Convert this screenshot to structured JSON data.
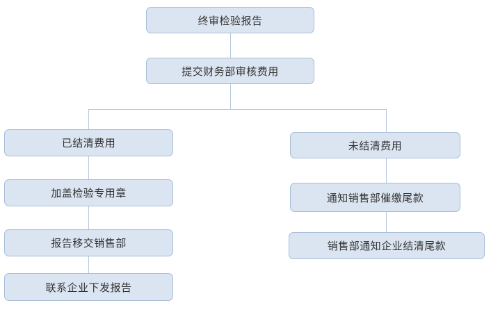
{
  "colors": {
    "box_fill": "#dbe5f1",
    "box_border": "#a6bdd9",
    "connector": "#b4c7df",
    "text_color": "#333333"
  },
  "flowchart": {
    "root": {
      "label": "终审检验报告"
    },
    "submit": {
      "label": "提交财务部审核费用"
    },
    "left_branch": {
      "settled": {
        "label": "已结清费用"
      },
      "stamp": {
        "label": "加盖检验专用章"
      },
      "transfer": {
        "label": "报告移交销售部"
      },
      "contact": {
        "label": "联系企业下发报告"
      }
    },
    "right_branch": {
      "unsettled": {
        "label": "未结清费用"
      },
      "notify_sales": {
        "label": "通知销售部催缴尾款"
      },
      "sales_notify": {
        "label": "销售部通知企业结清尾款"
      }
    }
  }
}
